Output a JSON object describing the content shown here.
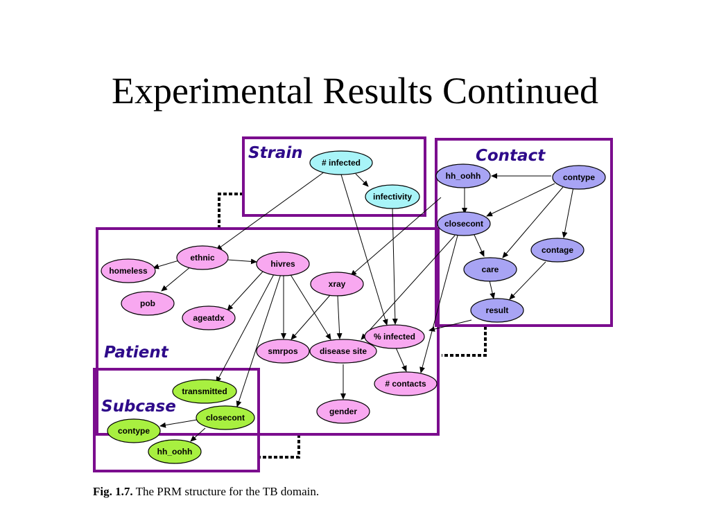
{
  "slide": {
    "title": "Experimental Results Continued"
  },
  "caption": {
    "fig": "Fig. 1.7.",
    "text": "The PRM structure for the TB domain."
  },
  "colors": {
    "frame": "#7b0d8e",
    "strain_node": "#a8f4f8",
    "contact_node": "#a8a4f4",
    "patient_node": "#f8a8f0",
    "subcase_node": "#a8f040"
  },
  "classes": {
    "strain": "Strain",
    "contact": "Contact",
    "patient": "Patient",
    "subcase": "Subcase"
  },
  "nodes": {
    "n_infected": "# infected",
    "infectivity": "infectivity",
    "hh_oohh_c": "hh_oohh",
    "contype_c": "contype",
    "closecont_c": "closecont",
    "contage": "contage",
    "care": "care",
    "result": "result",
    "ethnic": "ethnic",
    "homeless": "homeless",
    "hivres": "hivres",
    "pob": "pob",
    "xray": "xray",
    "ageatdx": "ageatdx",
    "pct_infected": "% infected",
    "smrpos": "smrpos",
    "disease_site": "disease site",
    "n_contacts": "# contacts",
    "gender": "gender",
    "transmitted": "transmitted",
    "closecont_s": "closecont",
    "contype_s": "contype",
    "hh_oohh_s": "hh_oohh"
  }
}
